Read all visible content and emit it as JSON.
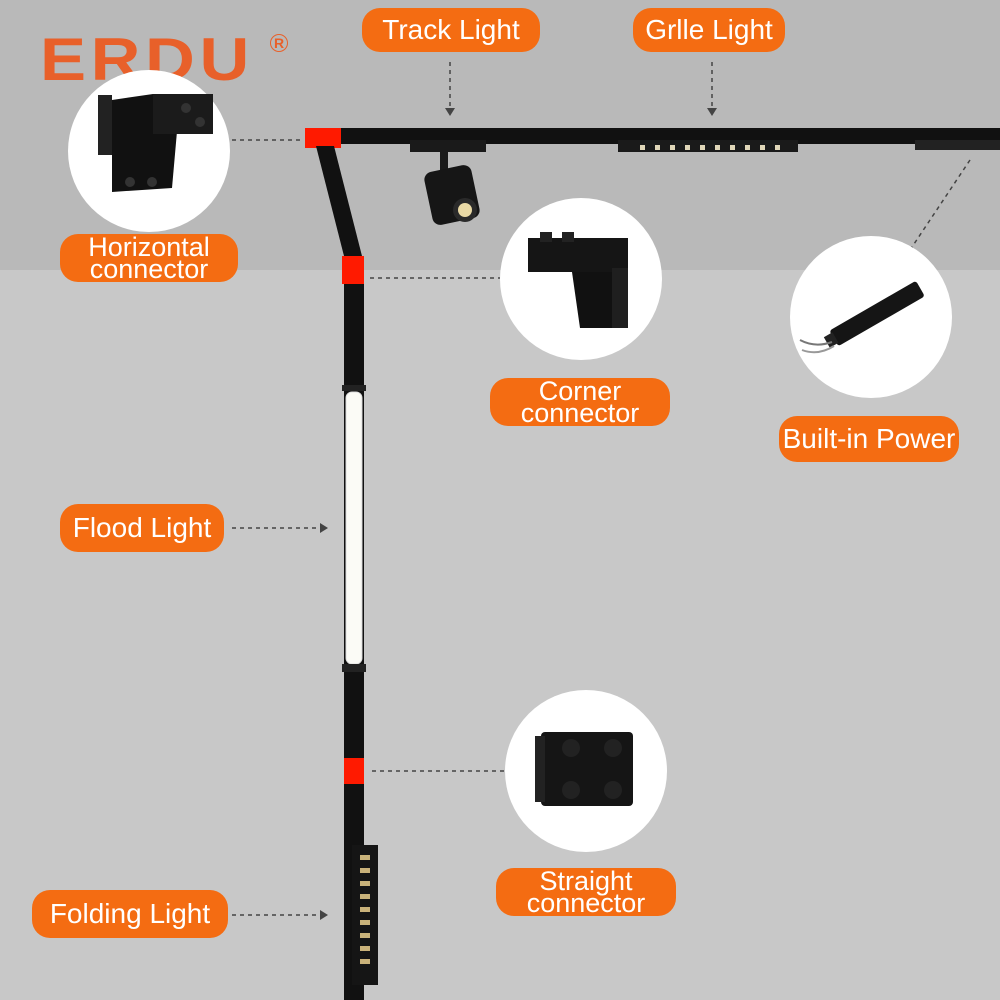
{
  "brand": {
    "name": "ERDU",
    "mark": "R"
  },
  "labels": {
    "track_light": "Track Light",
    "grille_light": "Grlle Light",
    "horizontal_connector": [
      "Horizontal",
      "connector"
    ],
    "corner_connector": [
      "Corner",
      "connector"
    ],
    "built_in_power": "Built-in Power",
    "flood_light": "Flood Light",
    "straight_connector": [
      "Straight",
      "connector"
    ],
    "folding_light": "Folding Light"
  },
  "colors": {
    "label_bg": "#f46c12",
    "brand": "#e8602a",
    "connector_red": "#ff1a00",
    "track": "#111111"
  }
}
